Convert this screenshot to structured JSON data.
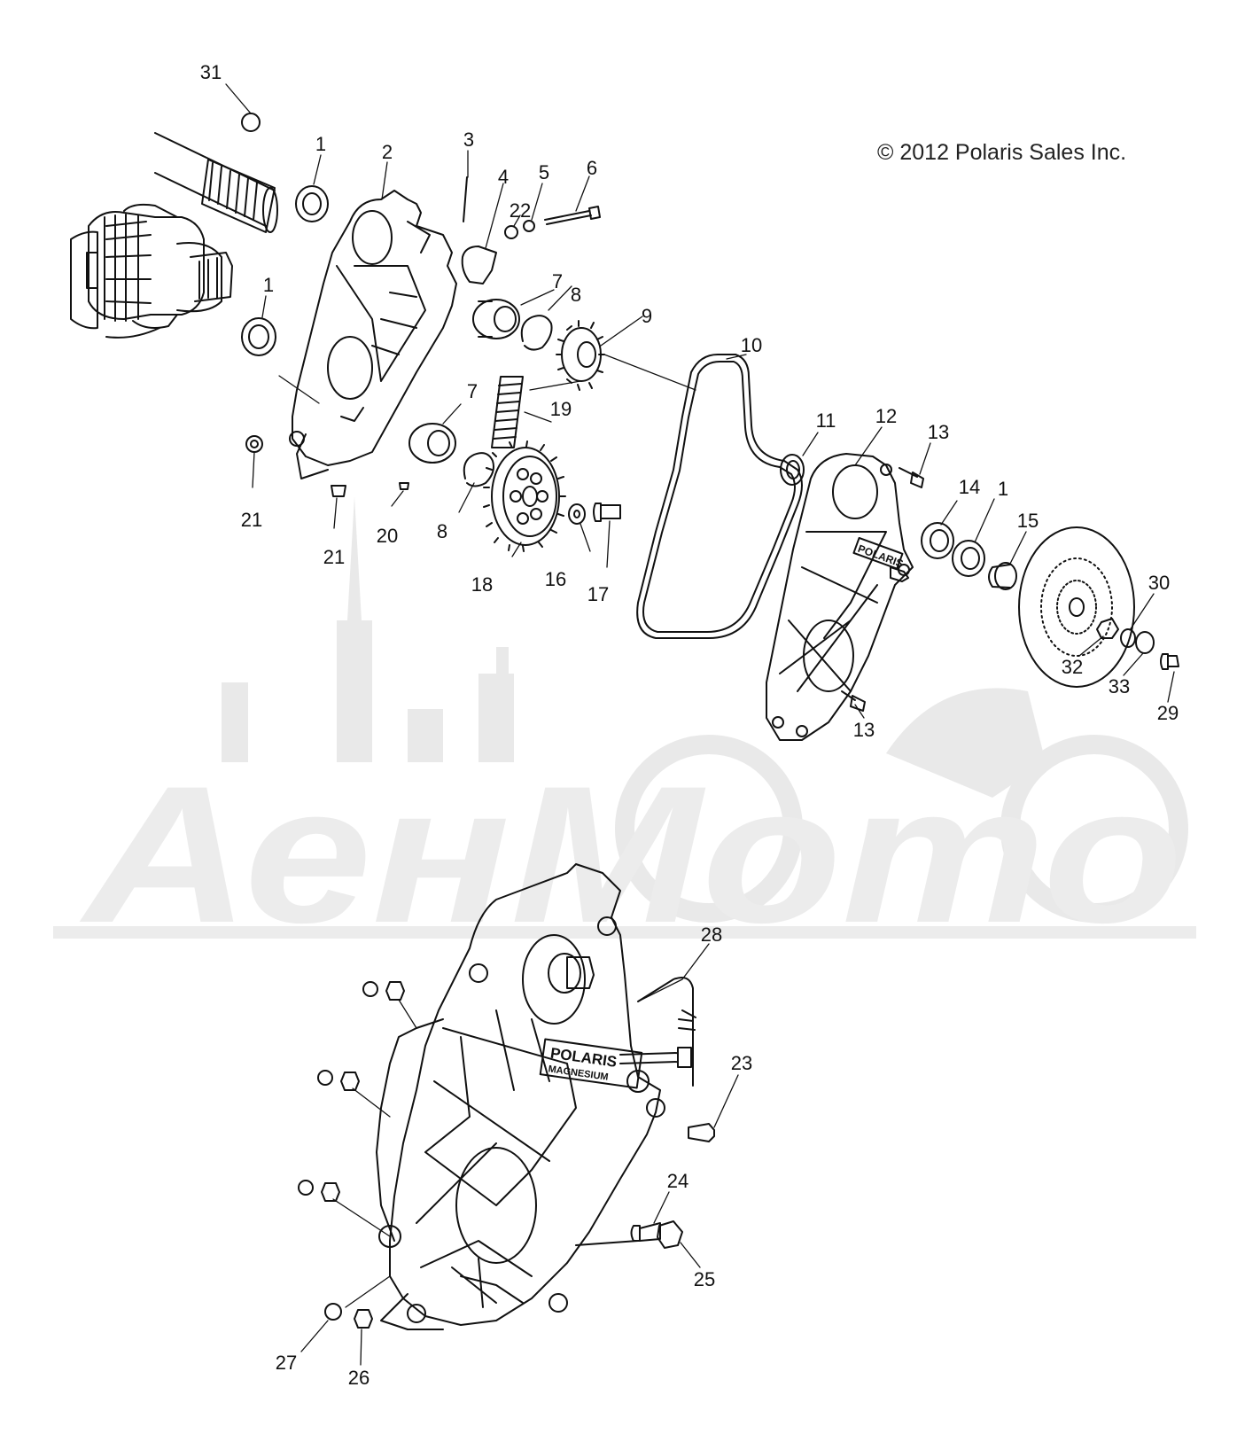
{
  "copyright": "© 2012 Polaris Sales Inc.",
  "watermark": {
    "text": "АенМото",
    "color": "#e6e6e6"
  },
  "part_labels": {
    "drive_cover": "POLARIS",
    "assembled_cover": "POLARIS",
    "assembled_cover_sub": "MAGNESIUM"
  },
  "callouts": {
    "c31": "31",
    "c1a": "1",
    "c2": "2",
    "c3": "3",
    "c4": "4",
    "c22": "22",
    "c5": "5",
    "c6": "6",
    "c1b": "1",
    "c7a": "7",
    "c8a": "8",
    "c9": "9",
    "c10": "10",
    "c7b": "7",
    "c19": "19",
    "c21a": "21",
    "c21b": "21",
    "c20": "20",
    "c8b": "8",
    "c18": "18",
    "c16": "16",
    "c17": "17",
    "c11": "11",
    "c12": "12",
    "c13a": "13",
    "c14": "14",
    "c1c": "1",
    "c15": "15",
    "c30": "30",
    "c32": "32",
    "c33": "33",
    "c29": "29",
    "c13b": "13",
    "c28": "28",
    "c23": "23",
    "c24": "24",
    "c25": "25",
    "c27": "27",
    "c26": "26"
  }
}
